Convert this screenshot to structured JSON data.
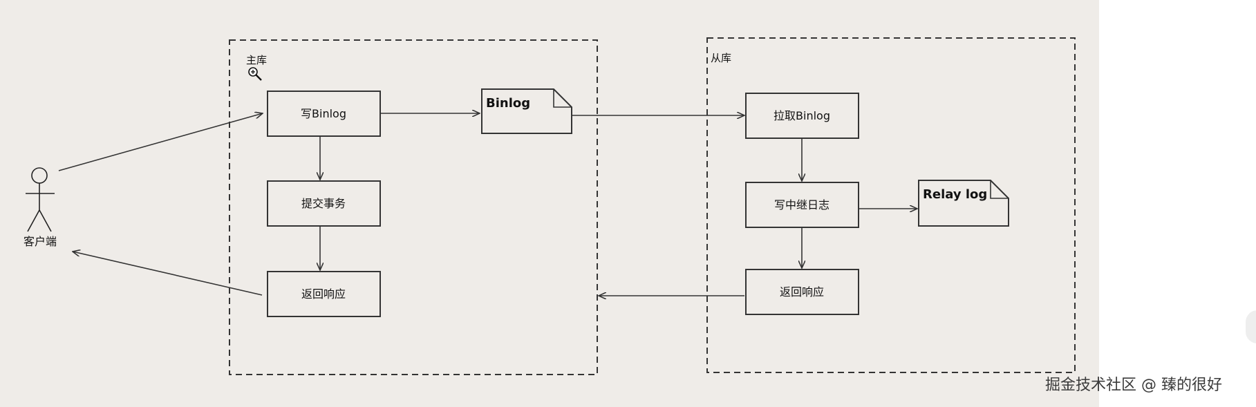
{
  "actor": {
    "label": "客户端"
  },
  "master": {
    "title": "主库",
    "steps": {
      "write_binlog": "写Binlog",
      "commit": "提交事务",
      "respond": "返回响应"
    },
    "binlog_doc": "Binlog"
  },
  "slave": {
    "title": "从库",
    "steps": {
      "pull_binlog": "拉取Binlog",
      "write_relay": "写中继日志",
      "respond": "返回响应"
    },
    "relay_doc": "Relay log"
  },
  "watermark": "掘金技术社区 @ 臻的很好"
}
